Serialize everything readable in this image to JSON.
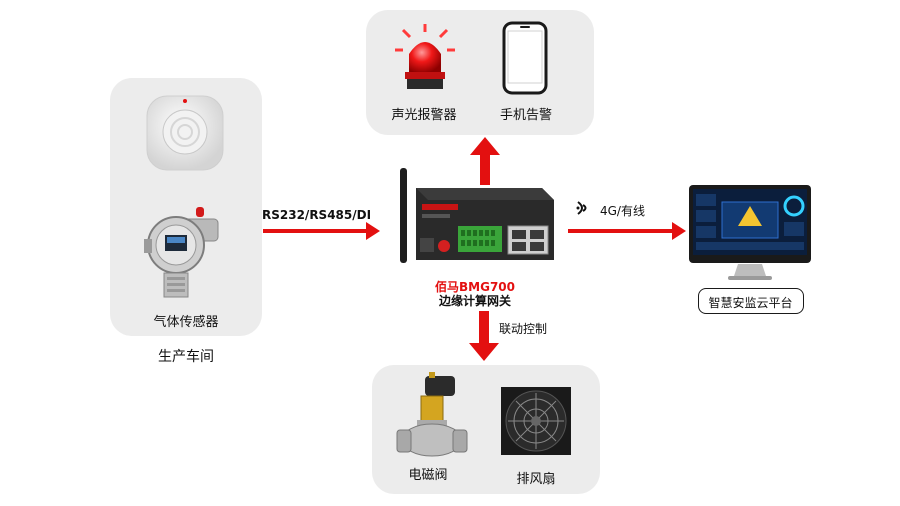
{
  "left_panel": {
    "device1_label": "",
    "device2_label": "气体传感器",
    "caption": "生产车间"
  },
  "top_panel": {
    "items": [
      {
        "label": "声光报警器"
      },
      {
        "label": "手机告警"
      }
    ]
  },
  "bottom_panel": {
    "items": [
      {
        "label": "电磁阀"
      },
      {
        "label": "排风扇"
      }
    ]
  },
  "gateway": {
    "brand_model": "佰马BMG700",
    "name": "边缘计算网关"
  },
  "connections": {
    "left_protocol": "RS232/RS485/DI",
    "right_link": "4G/有线",
    "down_link": "联动控制"
  },
  "platform": {
    "label": "智慧安监云平台"
  },
  "colors": {
    "arrow": "#e31010",
    "panel": "#ececec",
    "brand_red": "#e31010"
  }
}
